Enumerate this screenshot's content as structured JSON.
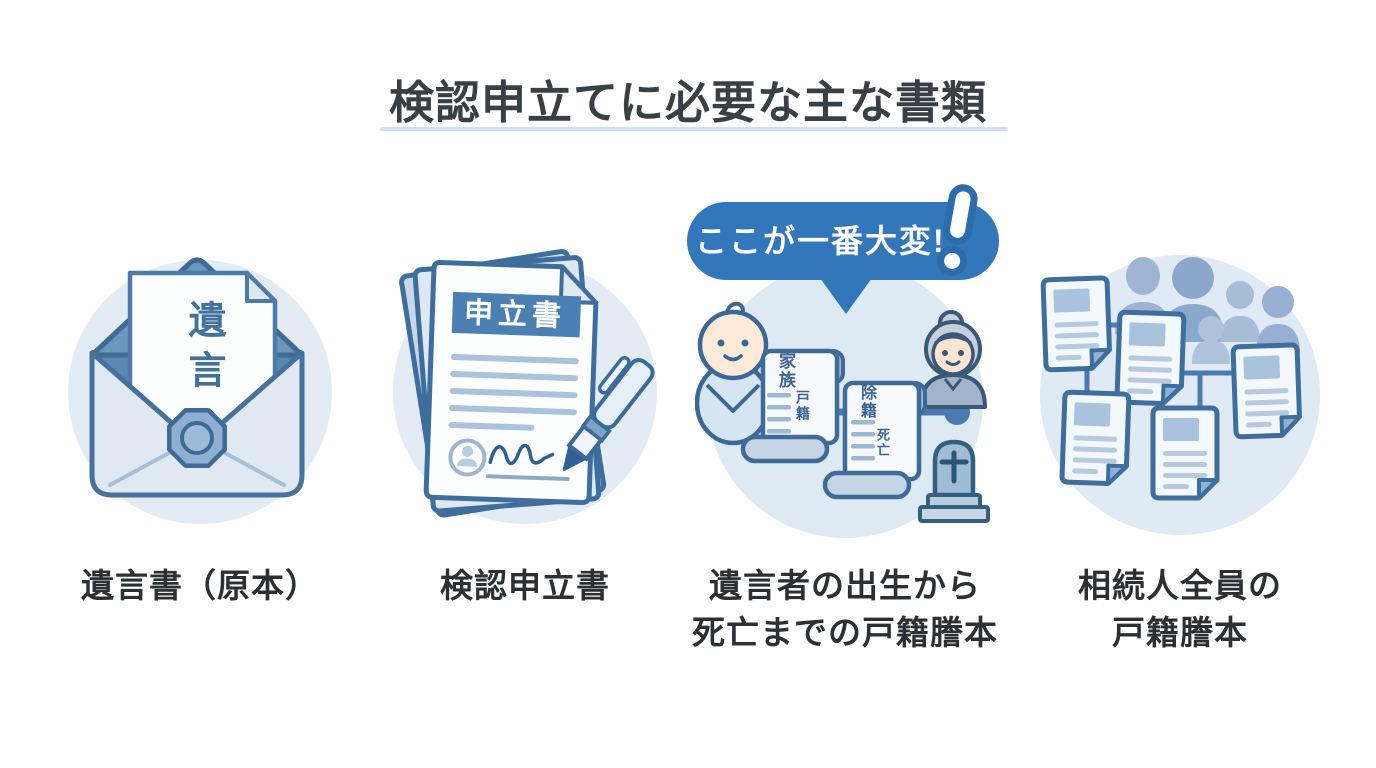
{
  "title": {
    "text": "検認申立てに必要な主な書類"
  },
  "callout": {
    "text": "ここが一番大変!"
  },
  "items": [
    {
      "name": "will-original",
      "label_lines": [
        "遺言書（原本）"
      ],
      "letter_text": "遺言"
    },
    {
      "name": "probate-application",
      "label_lines": [
        "検認申立書"
      ],
      "doc_header": "申立書"
    },
    {
      "name": "testator-family-register",
      "label_lines": [
        "遺言者の出生から",
        "死亡までの戸籍謄本"
      ],
      "scroll1": {
        "col1": "家族",
        "col2": "戸籍"
      },
      "scroll2": {
        "col1": "除籍",
        "col2": "死亡"
      }
    },
    {
      "name": "heirs-family-register",
      "label_lines": [
        "相続人全員の",
        "戸籍謄本"
      ]
    }
  ],
  "colors": {
    "title_text": "#3a3f45",
    "title_underline": "#cfe1f0",
    "label_text": "#2b3035",
    "callout_blue": "#3277bc",
    "outline_blue": "#3e6e9e",
    "circle_background": "#e3ecf5",
    "doc_header_background": "#4a80b4",
    "light_line_blue": "#a9c3de"
  }
}
